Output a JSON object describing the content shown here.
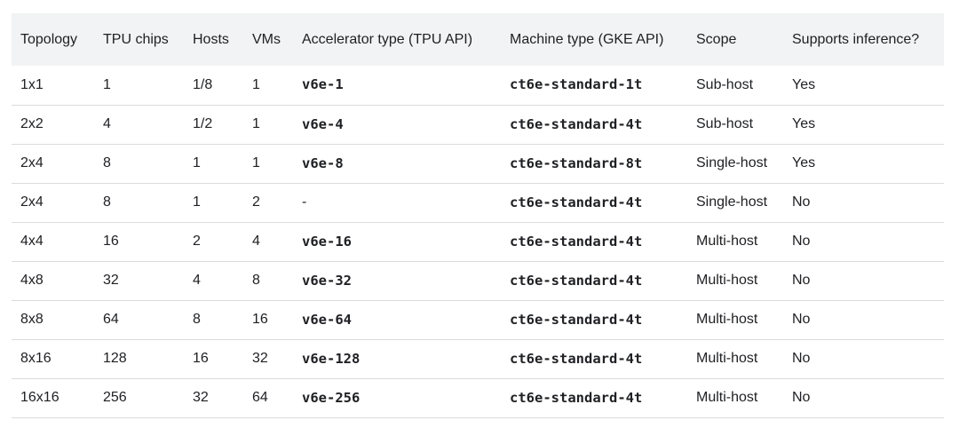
{
  "table": {
    "headers": [
      "Topology",
      "TPU chips",
      "Hosts",
      "VMs",
      "Accelerator type (TPU API)",
      "Machine type (GKE API)",
      "Scope",
      "Supports inference?"
    ],
    "rows": [
      [
        "1x1",
        "1",
        "1/8",
        "1",
        "v6e-1",
        "ct6e-standard-1t",
        "Sub-host",
        "Yes"
      ],
      [
        "2x2",
        "4",
        "1/2",
        "1",
        "v6e-4",
        "ct6e-standard-4t",
        "Sub-host",
        "Yes"
      ],
      [
        "2x4",
        "8",
        "1",
        "1",
        "v6e-8",
        "ct6e-standard-8t",
        "Single-host",
        "Yes"
      ],
      [
        "2x4",
        "8",
        "1",
        "2",
        "-",
        "ct6e-standard-4t",
        "Single-host",
        "No"
      ],
      [
        "4x4",
        "16",
        "2",
        "4",
        "v6e-16",
        "ct6e-standard-4t",
        "Multi-host",
        "No"
      ],
      [
        "4x8",
        "32",
        "4",
        "8",
        "v6e-32",
        "ct6e-standard-4t",
        "Multi-host",
        "No"
      ],
      [
        "8x8",
        "64",
        "8",
        "16",
        "v6e-64",
        "ct6e-standard-4t",
        "Multi-host",
        "No"
      ],
      [
        "8x16",
        "128",
        "16",
        "32",
        "v6e-128",
        "ct6e-standard-4t",
        "Multi-host",
        "No"
      ],
      [
        "16x16",
        "256",
        "32",
        "64",
        "v6e-256",
        "ct6e-standard-4t",
        "Multi-host",
        "No"
      ]
    ]
  }
}
